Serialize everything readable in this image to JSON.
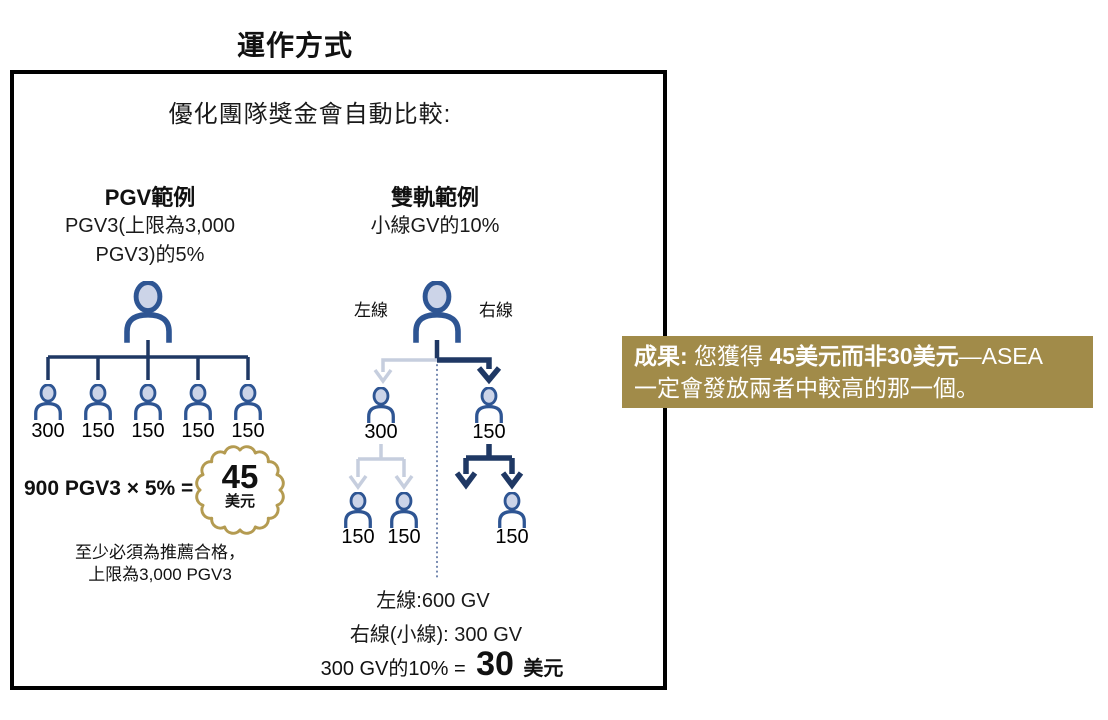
{
  "title": "運作方式",
  "box": {
    "heading": "優化團隊獎金會自動比較:",
    "pgv": {
      "header": "PGV範例",
      "subtitle_line1": "PGV3(上限為3,000",
      "subtitle_line2": "PGV3)的5%",
      "child_values": [
        "300",
        "150",
        "150",
        "150",
        "150"
      ],
      "equation": "900 PGV3 × 5% =",
      "badge_value": "45",
      "badge_unit": "美元",
      "footnote_line1": "至少必須為推薦合格，",
      "footnote_line2": "上限為3,000 PGV3"
    },
    "binary": {
      "header": "雙軌範例",
      "subtitle": "小線GV的10%",
      "left_leg_label": "左線",
      "right_leg_label": "右線",
      "level2_values": [
        "300",
        "150"
      ],
      "level3_left_values": [
        "150",
        "150"
      ],
      "level3_right_value": "150",
      "left_total": "左線:600 GV",
      "right_total": "右線(小線): 300 GV",
      "equation_prefix": "300 GV的10% =",
      "equation_value": "30",
      "equation_unit": "美元"
    }
  },
  "callout": {
    "bold_lead": "成果:",
    "text_1": " 您獲得 ",
    "bold_mid": "45美元而非30美元",
    "text_2": "—ASEA",
    "line2": "一定會發放兩者中較高的那一個。"
  },
  "colors": {
    "person_navy": "#2e5593",
    "connector_navy": "#1f3864",
    "light_branch": "#c6cede",
    "head_fill": "#ccd4e8",
    "seal_gold": "#b49b51",
    "callout_gold": "#a18b49"
  }
}
